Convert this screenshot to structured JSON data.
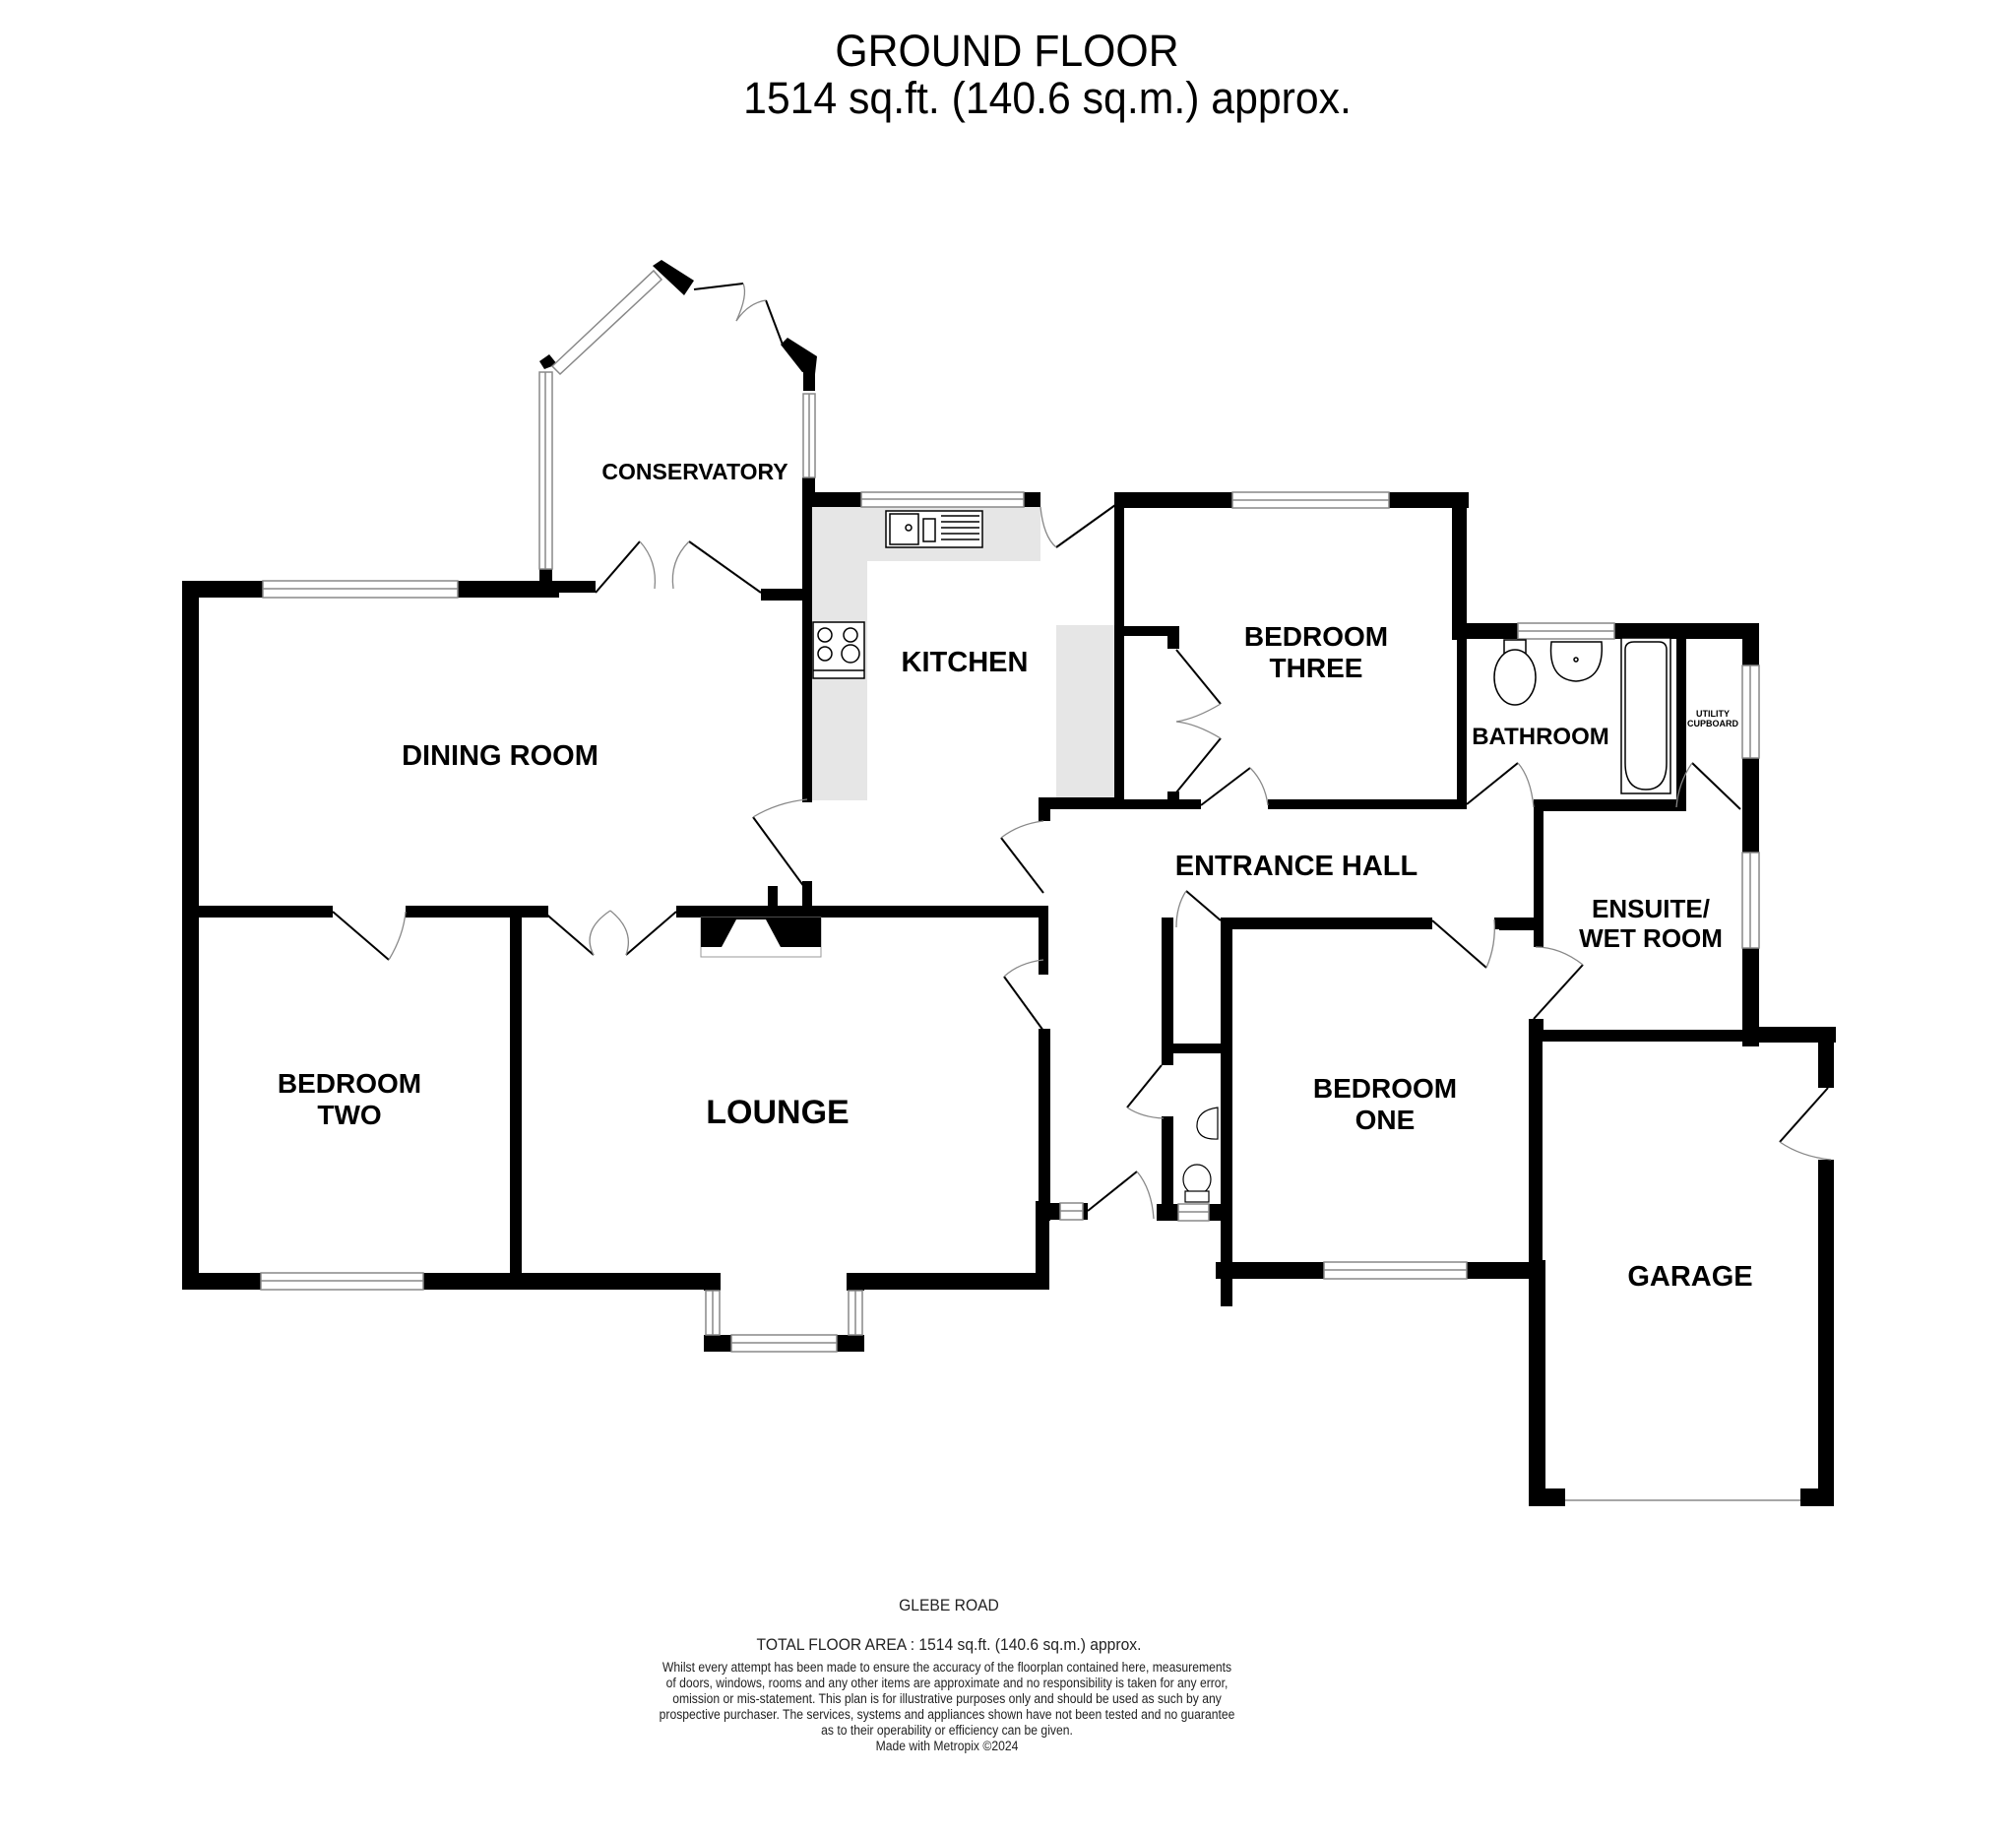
{
  "header": {
    "title": "GROUND FLOOR",
    "area": "1514 sq.ft. (140.6 sq.m.) approx."
  },
  "rooms": {
    "conservatory": "CONSERVATORY",
    "kitchen": "KITCHEN",
    "dining_room": "DINING ROOM",
    "bedroom_three_line1": "BEDROOM",
    "bedroom_three_line2": "THREE",
    "bathroom": "BATHROOM",
    "utility_line1": "UTILITY",
    "utility_line2": "CUPBOARD",
    "entrance_hall": "ENTRANCE HALL",
    "ensuite_line1": "ENSUITE/",
    "ensuite_line2": "WET ROOM",
    "bedroom_two_line1": "BEDROOM",
    "bedroom_two_line2": "TWO",
    "lounge": "LOUNGE",
    "bedroom_one_line1": "BEDROOM",
    "bedroom_one_line2": "ONE",
    "garage": "GARAGE"
  },
  "footer": {
    "road": "GLEBE ROAD",
    "total_area": "TOTAL FLOOR AREA : 1514 sq.ft. (140.6 sq.m.) approx.",
    "disclaimer_lines": [
      "Whilst every attempt has been made to ensure the accuracy of the floorplan contained here, measurements",
      "of doors, windows, rooms and any other items are approximate and no responsibility is taken for any error,",
      "omission or mis-statement. This plan is for illustrative purposes only and should be used as such by any",
      "prospective purchaser. The services, systems and appliances shown have not been tested and no guarantee",
      "as to their operability or efficiency can be given."
    ],
    "credit": "Made with Metropix ©2024"
  },
  "colors": {
    "wall": "#000000",
    "counter": "#e6e6e6",
    "window_line": "#888888"
  }
}
